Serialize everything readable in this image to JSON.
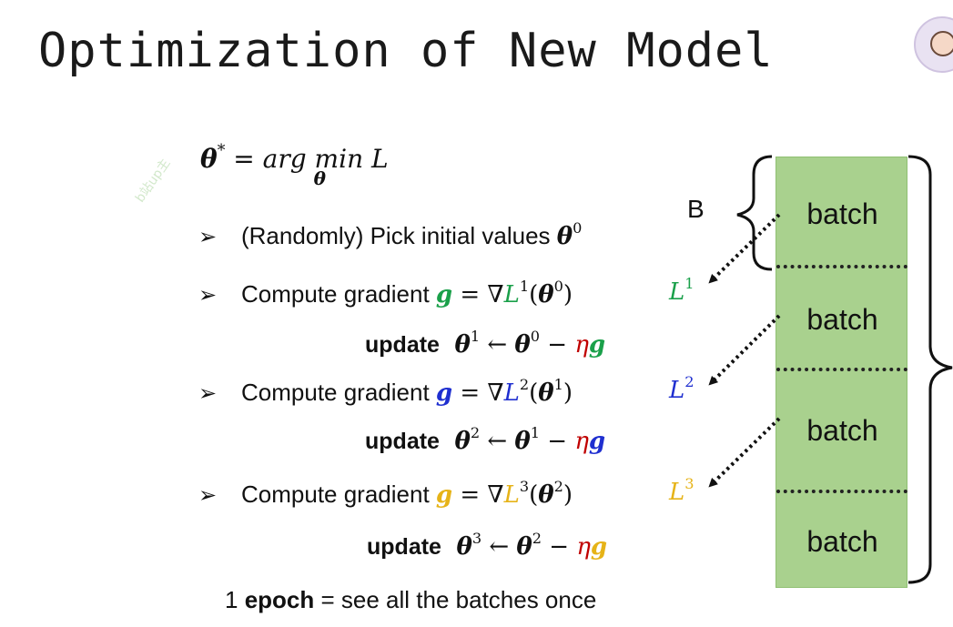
{
  "slide": {
    "title": "Optimization of New Model",
    "watermark": "b站up主",
    "objective": {
      "lhs": "θ",
      "star": "*",
      "eq": "= ",
      "argmin": "arg min",
      "sub": "θ",
      "rhs": "L"
    },
    "step0": {
      "bullet": "➢",
      "text": "(Randomly) Pick initial values ",
      "theta": "θ",
      "sup": "0"
    },
    "steps": [
      {
        "bullet": "➢",
        "text": "Compute gradient ",
        "g": "g",
        "eq": " = ∇",
        "L": "L",
        "Lsup": "1",
        "open": "(",
        "theta": "θ",
        "tsup": "0",
        "close": ")",
        "side_L": "L",
        "side_sup": "1",
        "update_label": "update",
        "u_theta": "θ",
        "u_sup_new": "1",
        "u_arrow": " ← ",
        "u_theta2": "θ",
        "u_sup_old": "0",
        "u_minus": " − ",
        "eta": "η",
        "u_g": "g"
      },
      {
        "bullet": "➢",
        "text": "Compute gradient ",
        "g": "g",
        "eq": " = ∇",
        "L": "L",
        "Lsup": "2",
        "open": "(",
        "theta": "θ",
        "tsup": "1",
        "close": ")",
        "side_L": "L",
        "side_sup": "2",
        "update_label": "update",
        "u_theta": "θ",
        "u_sup_new": "2",
        "u_arrow": " ← ",
        "u_theta2": "θ",
        "u_sup_old": "1",
        "u_minus": " − ",
        "eta": "η",
        "u_g": "g"
      },
      {
        "bullet": "➢",
        "text": "Compute gradient ",
        "g": "g",
        "eq": " = ∇",
        "L": "L",
        "Lsup": "3",
        "open": "(",
        "theta": "θ",
        "tsup": "2",
        "close": ")",
        "side_L": "L",
        "side_sup": "3",
        "update_label": "update",
        "u_theta": "θ",
        "u_sup_new": "3",
        "u_arrow": " ← ",
        "u_theta2": "θ",
        "u_sup_old": "2",
        "u_minus": " − ",
        "eta": "η",
        "u_g": "g"
      }
    ],
    "epoch": {
      "num": "1 ",
      "bold": "epoch",
      "rest": " = see all the batches once"
    },
    "batch_label": "B",
    "batches": [
      "batch",
      "batch",
      "batch",
      "batch"
    ],
    "colors": {
      "step1": "#1aa04a",
      "step2": "#1f2fd0",
      "step3": "#e6b318",
      "eta": "#c00000",
      "batch_fill": "#a9d18e"
    }
  }
}
